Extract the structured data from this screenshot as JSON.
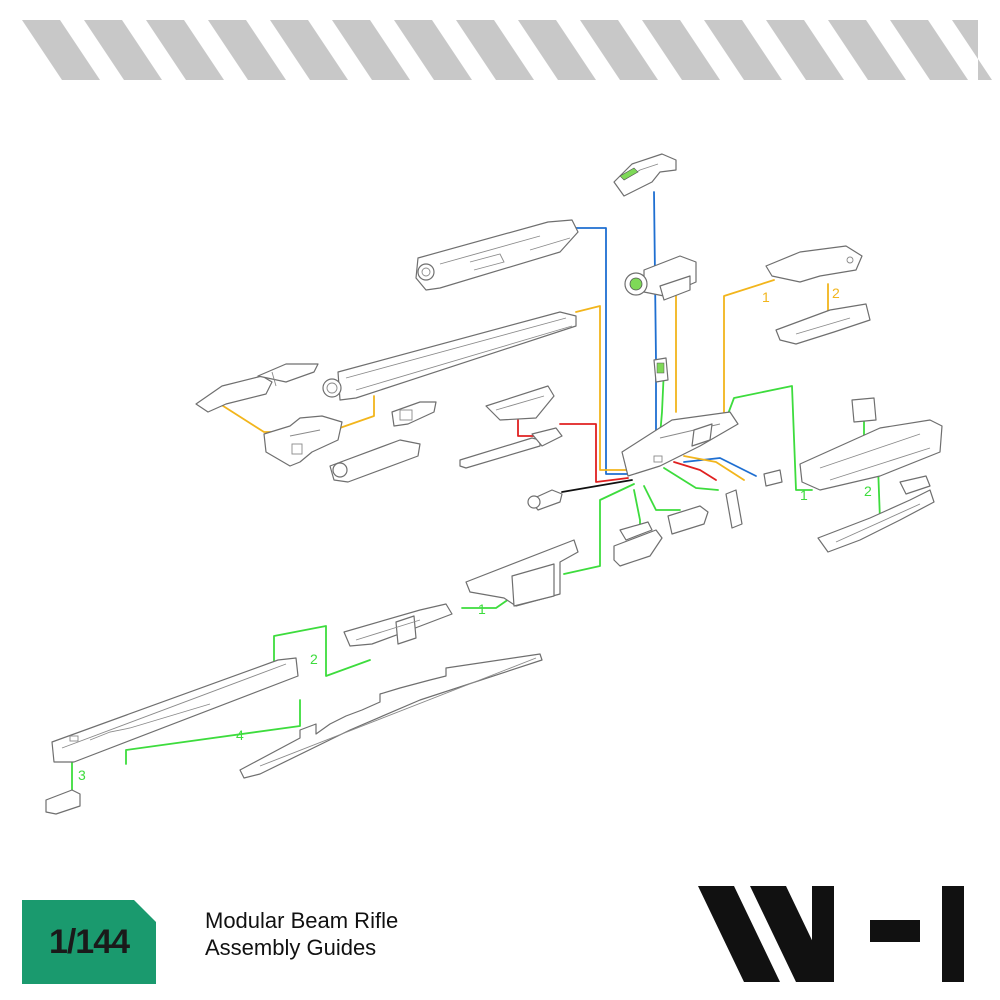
{
  "scale": "1/144",
  "title": {
    "line1": "Modular Beam Rifle",
    "line2": "Assembly Guides"
  },
  "logo": {
    "name": "wh-logo",
    "text": "WH"
  },
  "colors": {
    "badge": "#1a9a6e",
    "stripes": "#c8c8c8",
    "blue": "#1f6fd1",
    "yellow": "#f2b51c",
    "green": "#3ddc3d",
    "red": "#e02020",
    "black": "#111111",
    "lens": "#7ed957"
  },
  "steps": {
    "s1a": "1",
    "s2a": "2",
    "s1b": "1",
    "s2b": "2",
    "s1c": "1",
    "s2c": "2",
    "s3": "3",
    "s4": "4"
  }
}
